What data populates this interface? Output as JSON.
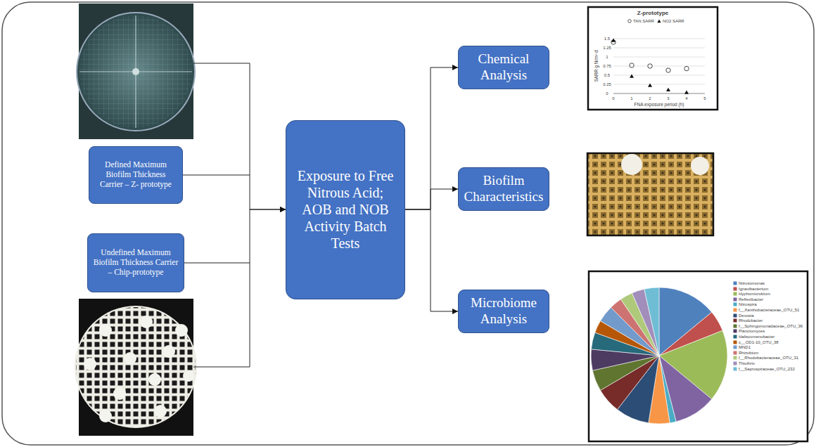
{
  "diagram": {
    "nodes": [
      {
        "text": [
          "Defined Maximum Biofilm Thickness Carrier – Z- prototype"
        ]
      },
      {
        "text": [
          "Undefined Maximum Biofilm Thickness Carrier – Chip-prototype"
        ]
      },
      {
        "text": [
          "Exposure to Free Nitrous Acid; AOB and NOB Activity Batch Tests"
        ]
      },
      {
        "text": [
          "Chemical Analysis"
        ]
      },
      {
        "text": [
          "Biofilm Characteristics"
        ]
      },
      {
        "text": [
          "Microbiome Analysis"
        ]
      }
    ],
    "edges": [
      {
        "from": 0,
        "to": 2,
        "arrow": "to"
      },
      {
        "from": 1,
        "to": 2,
        "arrow": "to"
      },
      {
        "from": 2,
        "to": 3,
        "arrow": "to"
      },
      {
        "from": 2,
        "to": 4,
        "arrow": "to"
      },
      {
        "from": 2,
        "to": 5,
        "arrow": "to"
      }
    ],
    "labels": [
      "Z-prototype",
      "SARR g N/m²·d",
      "FNA exposure period (h)",
      "0",
      "0.25",
      "0.5",
      "0.75",
      "1",
      "1.25",
      "1.5",
      "0",
      "1",
      "2",
      "3",
      "4",
      "5"
    ],
    "legend": [
      {
        "text": "TAN SARR"
      },
      {
        "text": "NO2 SARR"
      },
      {
        "text": "Nitrosomonas",
        "color": "#4F81BD"
      },
      {
        "text": "Ignavibacterium",
        "color": "#C0504D"
      },
      {
        "text": "Hyphomicrobium",
        "color": "#9BBB59"
      },
      {
        "text": "Reflexibacter",
        "color": "#8064A2"
      },
      {
        "text": "Nitrospira",
        "color": "#4BACC6"
      },
      {
        "text": "f__Xanthobacteraceae_OTU_51",
        "color": "#F79646"
      },
      {
        "text": "Devosia",
        "color": "#2C4D75"
      },
      {
        "text": "Rhodobacter",
        "color": "#772C2A"
      },
      {
        "text": "f__Sphingomonadaceae_OTU_36",
        "color": "#5F7530"
      },
      {
        "text": "Planctomyces",
        "color": "#4D3B62"
      },
      {
        "text": "Haliscomenobacter",
        "color": "#276A7C"
      },
      {
        "text": "c__OD1-10_OTU_38",
        "color": "#B65708"
      },
      {
        "text": "MND1",
        "color": "#729ACA"
      },
      {
        "text": "Rhizobium",
        "color": "#CD7371"
      },
      {
        "text": "f__Rhodobacteraceae_OTU_31",
        "color": "#AFC97A"
      },
      {
        "text": "Thiothrix",
        "color": "#A18EBB"
      },
      {
        "text": "f__Saprospiraceae_OTU_232",
        "color": "#6FBDD5"
      }
    ]
  }
}
